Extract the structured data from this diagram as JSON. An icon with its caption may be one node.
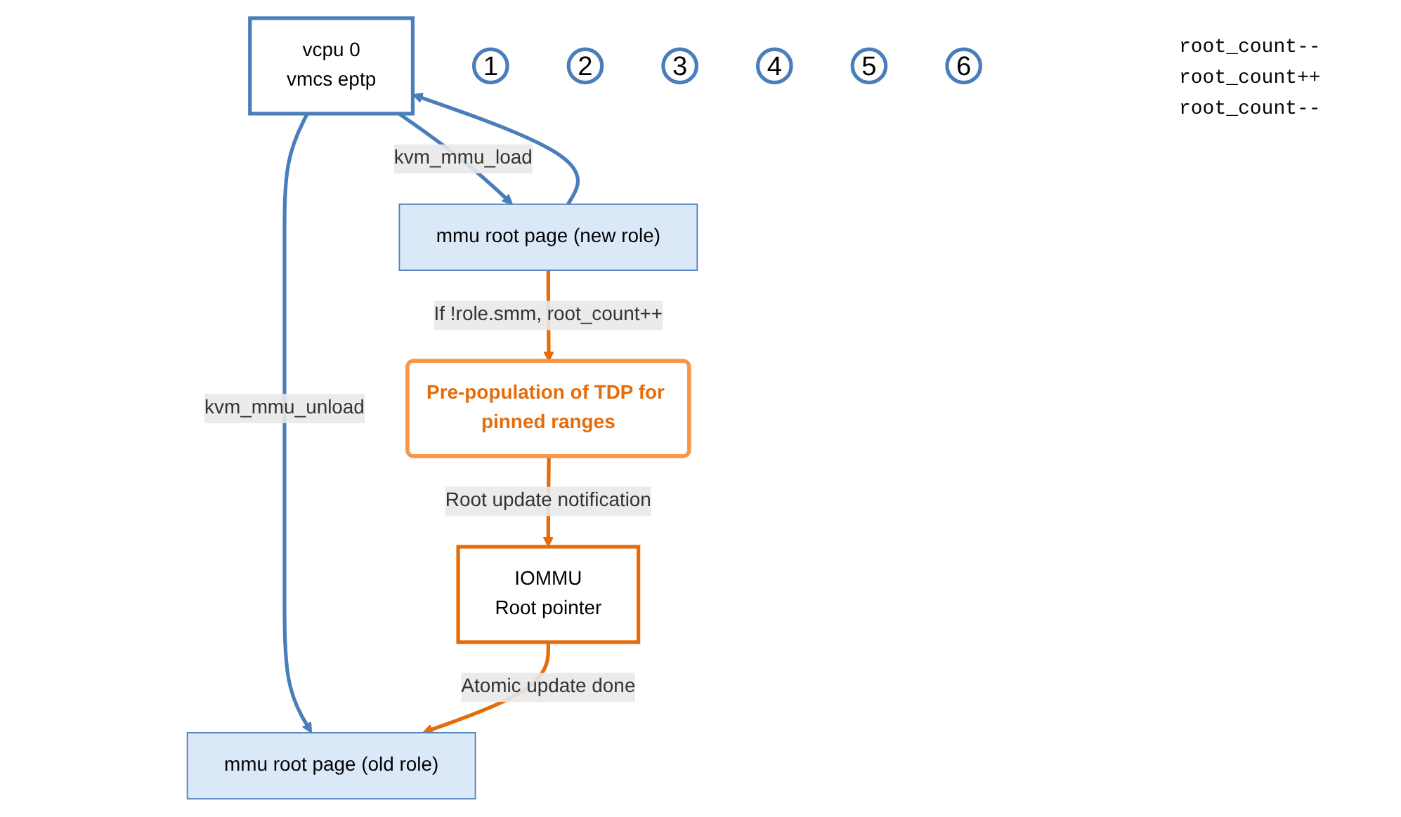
{
  "diagram": {
    "nodes": [
      {
        "text": [
          "vcpu 0",
          "vmcs eptp"
        ]
      },
      {
        "text": [
          "mmu root page (old role)"
        ]
      },
      {
        "text": [
          "mmu root page (new role)"
        ]
      },
      {
        "text": [
          "Pre-population of TDP for pinned ranges"
        ]
      },
      {
        "text": [
          "IOMMU",
          "Root pointer"
        ]
      },
      {
        "text": [
          "1"
        ]
      },
      {
        "text": [
          "2"
        ]
      },
      {
        "text": [
          "3"
        ]
      },
      {
        "text": [
          "4"
        ]
      },
      {
        "text": [
          "5"
        ]
      },
      {
        "text": [
          "6"
        ]
      }
    ],
    "edges": [
      {
        "from": 0,
        "to": 1,
        "arrow": "to",
        "label": "kvm_mmu_unload",
        "color": "#4a7ebb"
      },
      {
        "from": 0,
        "to": 2,
        "arrow": "to",
        "label": "kvm_mmu_load",
        "color": "#4a7ebb"
      },
      {
        "from": 2,
        "to": 0,
        "arrow": "to",
        "color": "#4a7ebb"
      },
      {
        "from": 2,
        "to": 3,
        "arrow": "to",
        "label": "If !role.smm, root_count++",
        "color": "#e46c0a"
      },
      {
        "from": 3,
        "to": 4,
        "arrow": "to",
        "label": "Root update notification",
        "color": "#e46c0a"
      },
      {
        "from": 4,
        "to": 1,
        "arrow": "to",
        "label": "Atomic update done",
        "color": "#e46c0a"
      }
    ],
    "labels": [
      "root_count--",
      "root_count++",
      "root_count--"
    ]
  }
}
